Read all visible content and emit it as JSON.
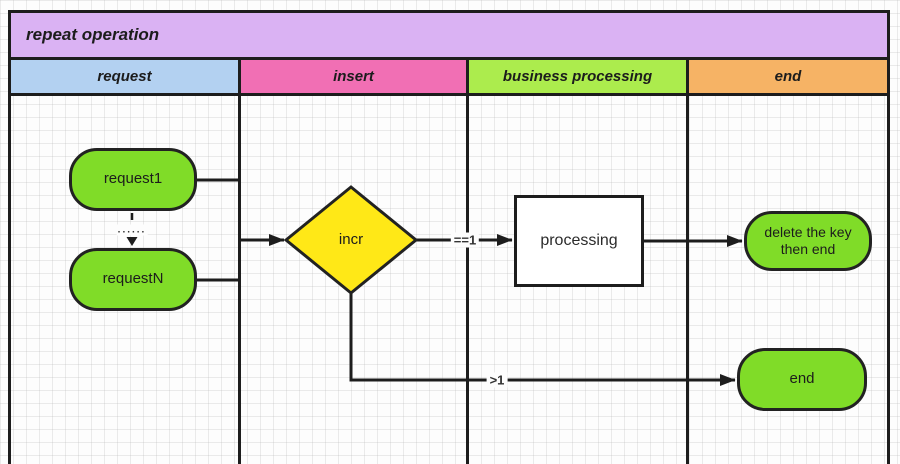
{
  "diagram": {
    "title": "repeat operation",
    "lanes": [
      {
        "label": "request",
        "color": "#B3D1F1"
      },
      {
        "label": "insert",
        "color": "#F16FB4"
      },
      {
        "label": "business processing",
        "color": "#ACEC4D"
      },
      {
        "label": "end",
        "color": "#F6B365"
      }
    ],
    "nodes": {
      "request1": {
        "label": "request1",
        "shape": "rounded",
        "color": "#80DC28"
      },
      "requestN": {
        "label": "requestN",
        "shape": "rounded",
        "color": "#80DC28"
      },
      "incr": {
        "label": "incr",
        "shape": "diamond",
        "color": "#FFE817"
      },
      "processing": {
        "label": "processing",
        "shape": "rectangle",
        "color": "#FFFFFF"
      },
      "delete_then_end": {
        "label": "delete the key then end",
        "shape": "rounded",
        "color": "#80DC28"
      },
      "end": {
        "label": "end",
        "shape": "rounded",
        "color": "#80DC28"
      }
    },
    "edges": [
      {
        "from": "request1",
        "to": "requestN",
        "label": "......",
        "style": "dashed"
      },
      {
        "from": "request1",
        "to": "incr",
        "label": ""
      },
      {
        "from": "requestN",
        "to": "incr",
        "label": ""
      },
      {
        "from": "incr",
        "to": "processing",
        "label": "==1"
      },
      {
        "from": "incr",
        "to": "end",
        "label": ">1"
      },
      {
        "from": "processing",
        "to": "delete_then_end",
        "label": ""
      }
    ],
    "edge_labels": {
      "incr_to_processing": "==1",
      "incr_to_end": ">1",
      "between_requests": "......"
    },
    "colors": {
      "title_bg": "#DAB2F3",
      "node_green": "#80DC28",
      "diamond_yellow": "#FFE817",
      "line": "#1d1d1d"
    }
  }
}
